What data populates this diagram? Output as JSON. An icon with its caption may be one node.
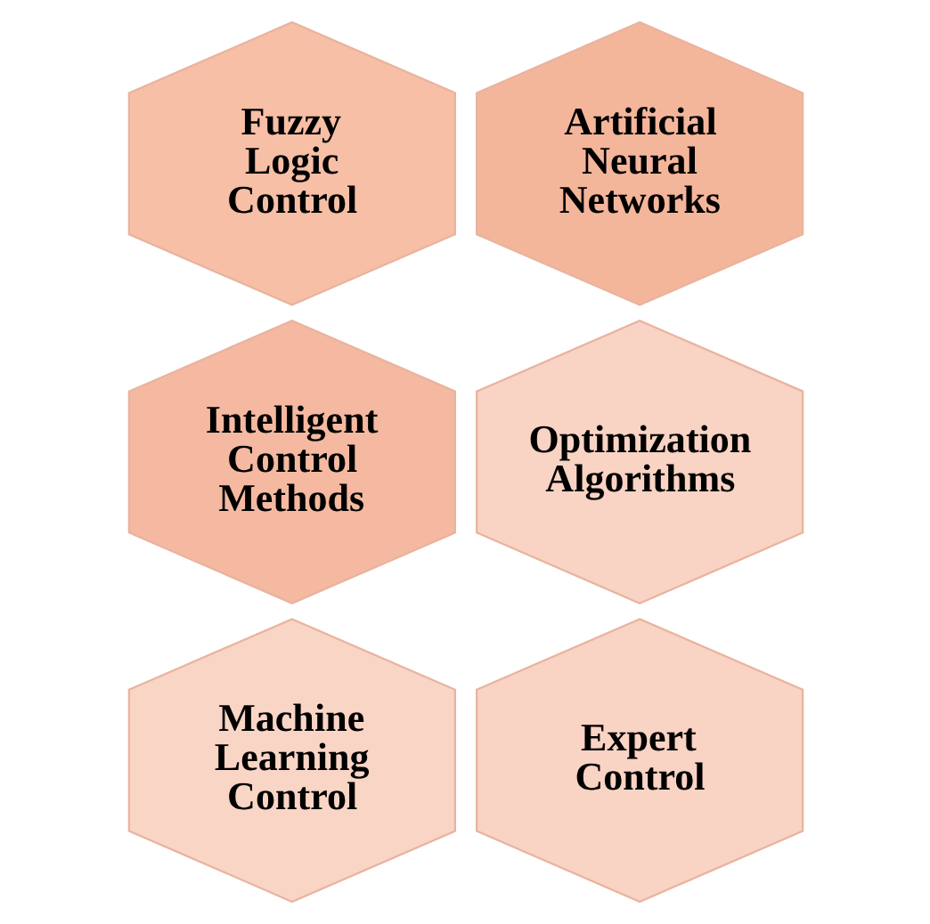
{
  "diagram": {
    "nodes": [
      {
        "text": [
          "Fuzzy Logic Control"
        ]
      },
      {
        "text": [
          "Artificial Neural Networks"
        ]
      },
      {
        "text": [
          "Intelligent Control Methods"
        ]
      },
      {
        "text": [
          "Optimization Algorithms"
        ]
      },
      {
        "text": [
          "Machine Learning Control"
        ]
      },
      {
        "text": [
          "Expert Control"
        ]
      }
    ]
  }
}
